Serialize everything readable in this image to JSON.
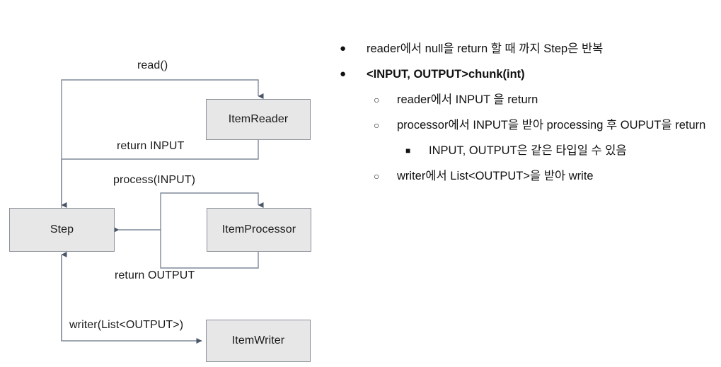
{
  "diagram": {
    "nodes": [
      {
        "id": "step",
        "label": "Step"
      },
      {
        "id": "item-reader",
        "label": "ItemReader"
      },
      {
        "id": "item-processor",
        "label": "ItemProcessor"
      },
      {
        "id": "item-writer",
        "label": "ItemWriter"
      }
    ],
    "edge_labels": [
      {
        "id": "read",
        "label": "read()"
      },
      {
        "id": "return-input",
        "label": "return INPUT"
      },
      {
        "id": "process-input",
        "label": "process(INPUT)"
      },
      {
        "id": "return-output",
        "label": "return OUTPUT"
      },
      {
        "id": "writer-list",
        "label": "writer(List<OUTPUT>)"
      }
    ],
    "colors": {
      "node_fill": "#e7e7e7",
      "node_border": "#8a9099",
      "edge_line": "#7f8a99",
      "arrow_head": "#4a5568"
    }
  },
  "notes": {
    "items": [
      {
        "level": 1,
        "marker": "disc-bullet",
        "bold": false,
        "text": "reader에서 null을 return 할 때 까지 Step은 반복"
      },
      {
        "level": 1,
        "marker": "disc-bullet",
        "bold": true,
        "text": "<INPUT, OUTPUT>chunk(int)"
      },
      {
        "level": 2,
        "marker": "circle-bullet",
        "bold": false,
        "text": "reader에서 INPUT 을 return"
      },
      {
        "level": 2,
        "marker": "circle-bullet",
        "bold": false,
        "text": "processor에서 INPUT을 받아 processing 후 OUPUT을 return"
      },
      {
        "level": 3,
        "marker": "square-bullet",
        "bold": false,
        "text": "INPUT, OUTPUT은 같은 타입일 수 있음"
      },
      {
        "level": 2,
        "marker": "circle-bullet",
        "bold": false,
        "text": "writer에서 List<OUTPUT>을 받아 write"
      }
    ]
  }
}
